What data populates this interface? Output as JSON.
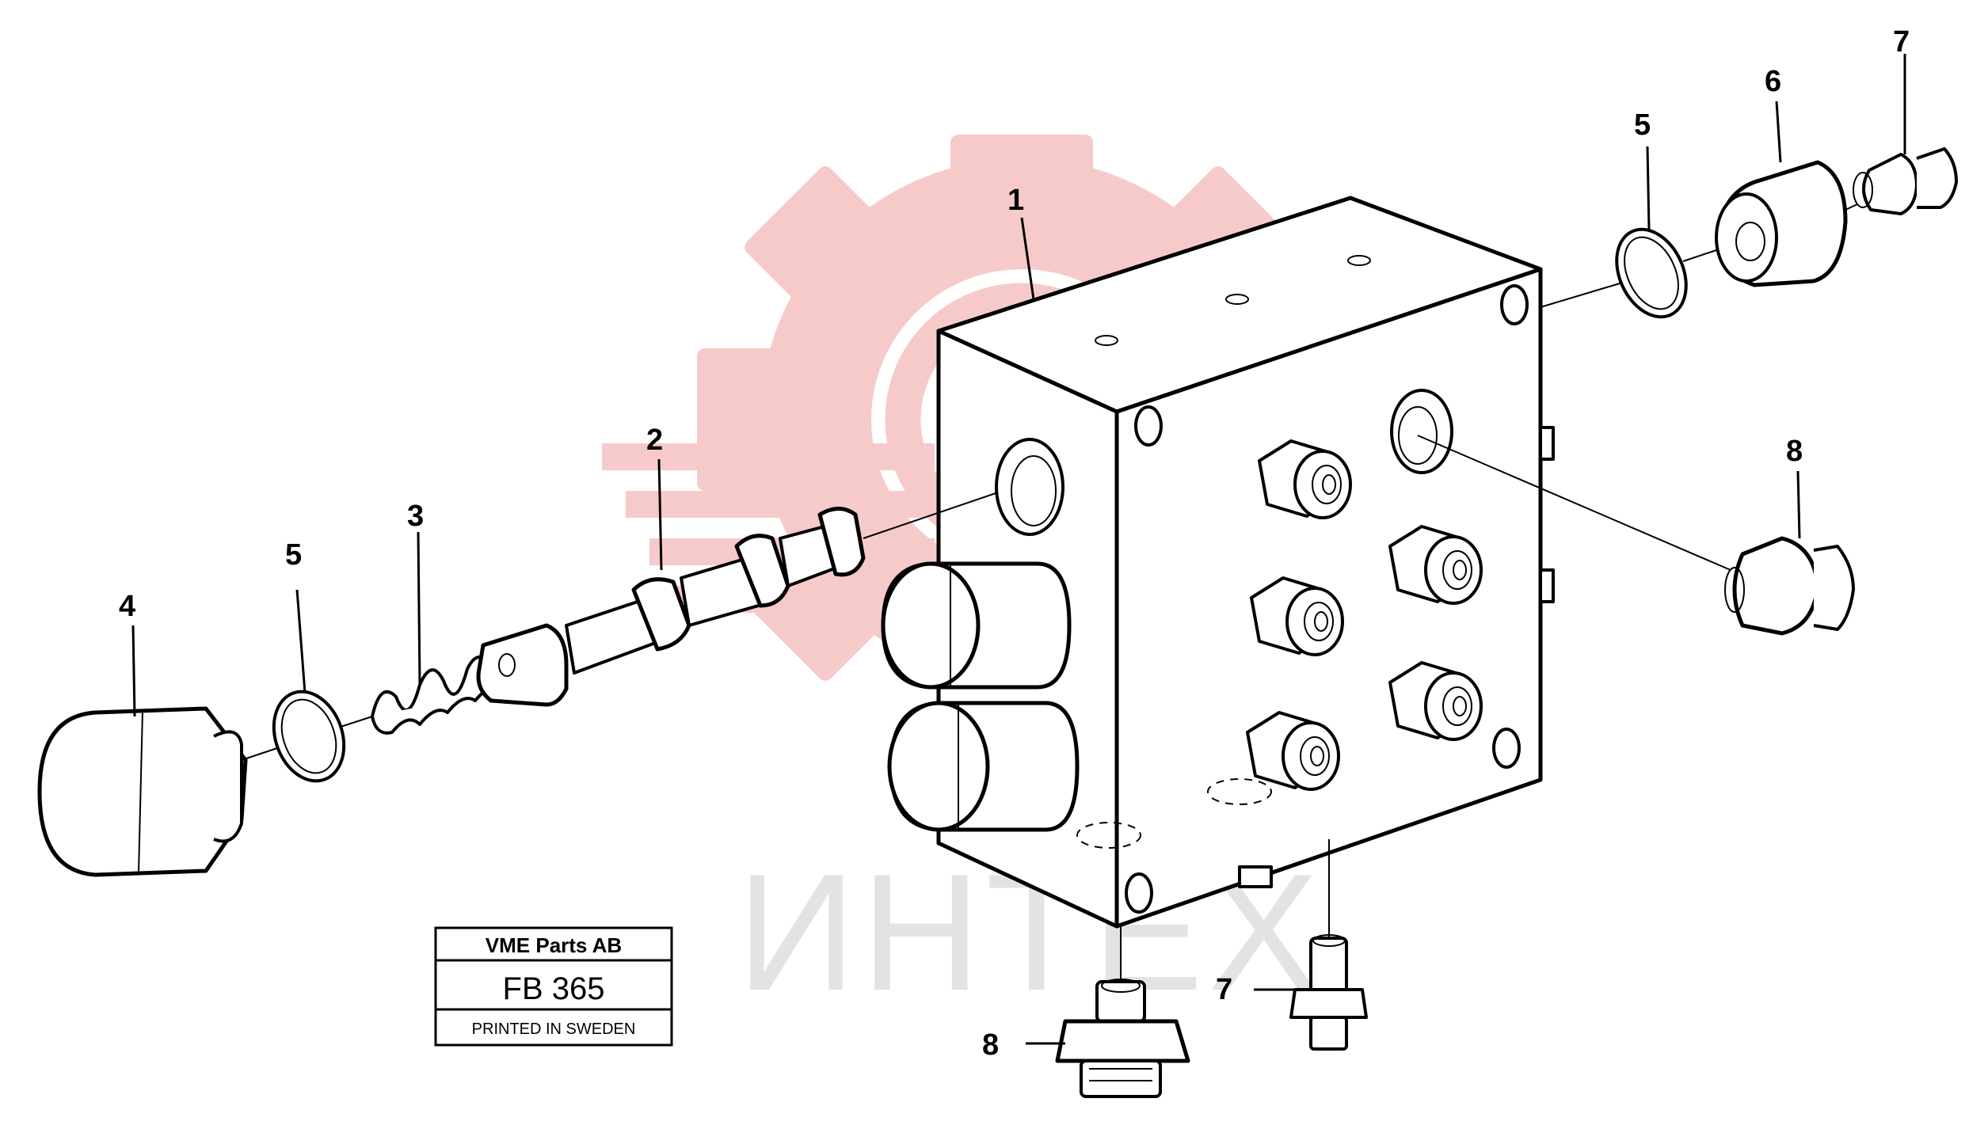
{
  "watermark": {
    "text": "ИНТЕХ",
    "gear_color": "#f7caca",
    "text_color": "#e3e3e3"
  },
  "callouts": {
    "c1": "1",
    "c2": "2",
    "c3": "3",
    "c4": "4",
    "c5_left": "5",
    "c5_right": "5",
    "c6": "6",
    "c7_top": "7",
    "c7_bottom": "7",
    "c8_right": "8",
    "c8_bottom": "8"
  },
  "title_block": {
    "company": "VME Parts AB",
    "code": "FB 365",
    "printed": "PRINTED IN SWEDEN"
  }
}
